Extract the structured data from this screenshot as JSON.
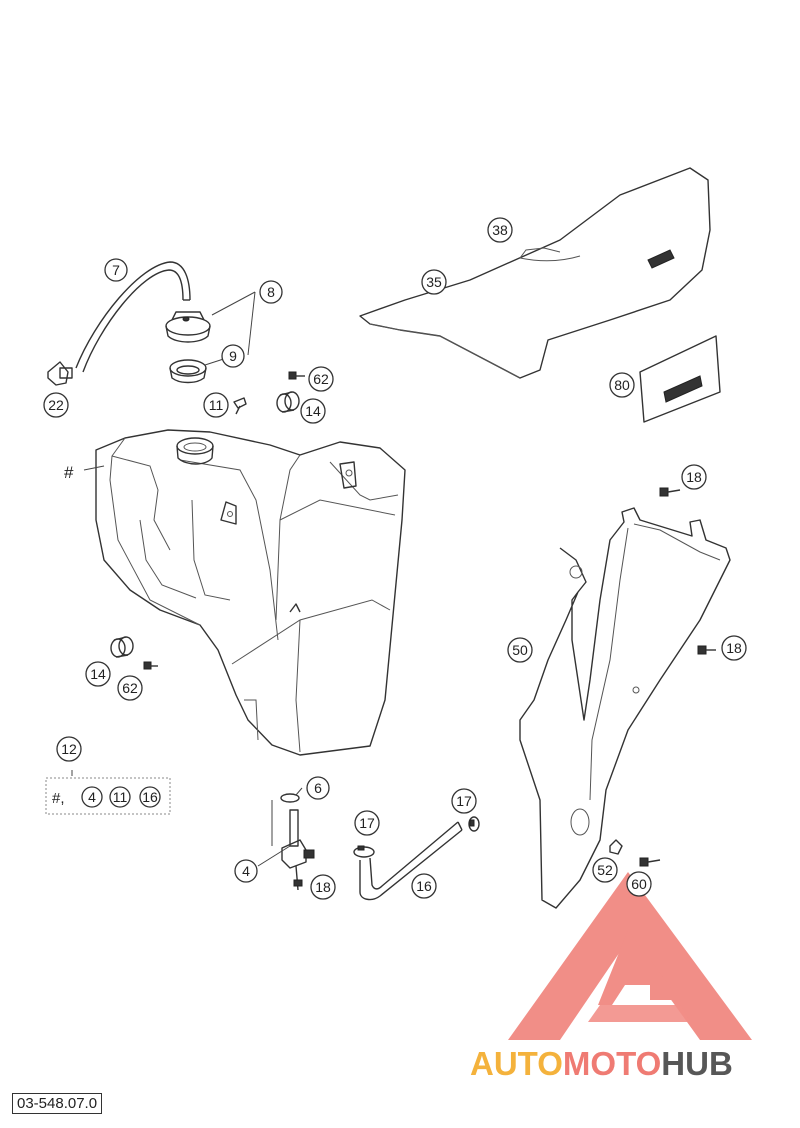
{
  "diagram_code": "03-548.07.0",
  "tank_marker": "#",
  "kit": {
    "callout": "12",
    "hash": "#,",
    "items": [
      "4",
      "11",
      "16"
    ]
  },
  "callouts": {
    "c7": "7",
    "c8": "8",
    "c9": "9",
    "c22": "22",
    "c11": "11",
    "c14a": "14",
    "c62a": "62",
    "c14b": "14",
    "c62b": "62",
    "c6": "6",
    "c4": "4",
    "c18a": "18",
    "c17a": "17",
    "c17b": "17",
    "c16": "16",
    "c38": "38",
    "c35": "35",
    "c80": "80",
    "c18b": "18",
    "c50": "50",
    "c18c": "18",
    "c52": "52",
    "c60": "60"
  },
  "watermark": {
    "logo_text": "AUTOMOTOHUB",
    "part1": "AUTO",
    "part2": "MOTO",
    "part3": "HUB",
    "colors": {
      "orange": "#f4b23c",
      "red": "#ef7b73",
      "grey": "#575757"
    }
  }
}
